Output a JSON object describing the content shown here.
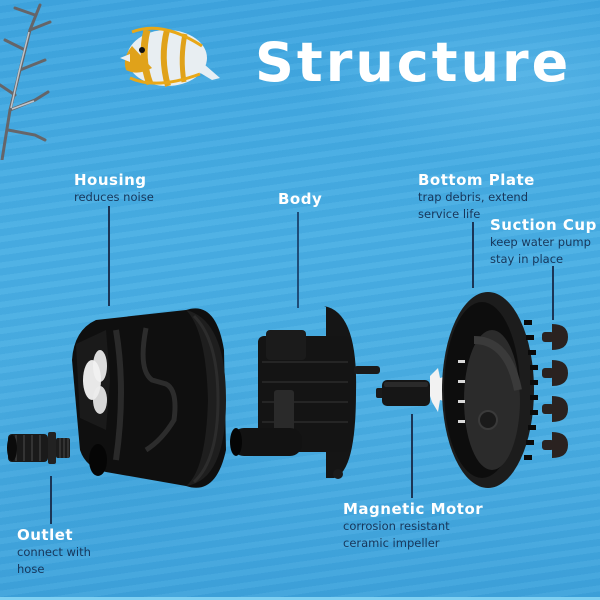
{
  "title": "Structure",
  "labels": {
    "housing": {
      "heading": "Housing",
      "desc": "reduces noise"
    },
    "body": {
      "heading": "Body"
    },
    "bottom_plate": {
      "heading": "Bottom Plate",
      "desc_line1": "trap debris, extend",
      "desc_line2": "service life"
    },
    "suction_cup": {
      "heading": "Suction Cup",
      "desc_line1": "keep water pump",
      "desc_line2": "stay in place"
    },
    "outlet": {
      "heading": "Outlet",
      "desc_line1": "connect with",
      "desc_line2": "hose"
    },
    "magnetic_motor": {
      "heading": "Magnetic Motor",
      "desc_line1": "corrosion resistant",
      "desc_line2": "ceramic impeller"
    }
  },
  "colors": {
    "background": "#48ADE3",
    "heading_text": "#FFFFFF",
    "desc_text": "#17365A",
    "leader_line": "#1B3556",
    "part_black": "#111111"
  },
  "parts": [
    "outlet",
    "housing",
    "body",
    "magnetic-motor",
    "bottom-plate",
    "suction-cups"
  ],
  "suction_cup_count": 4
}
